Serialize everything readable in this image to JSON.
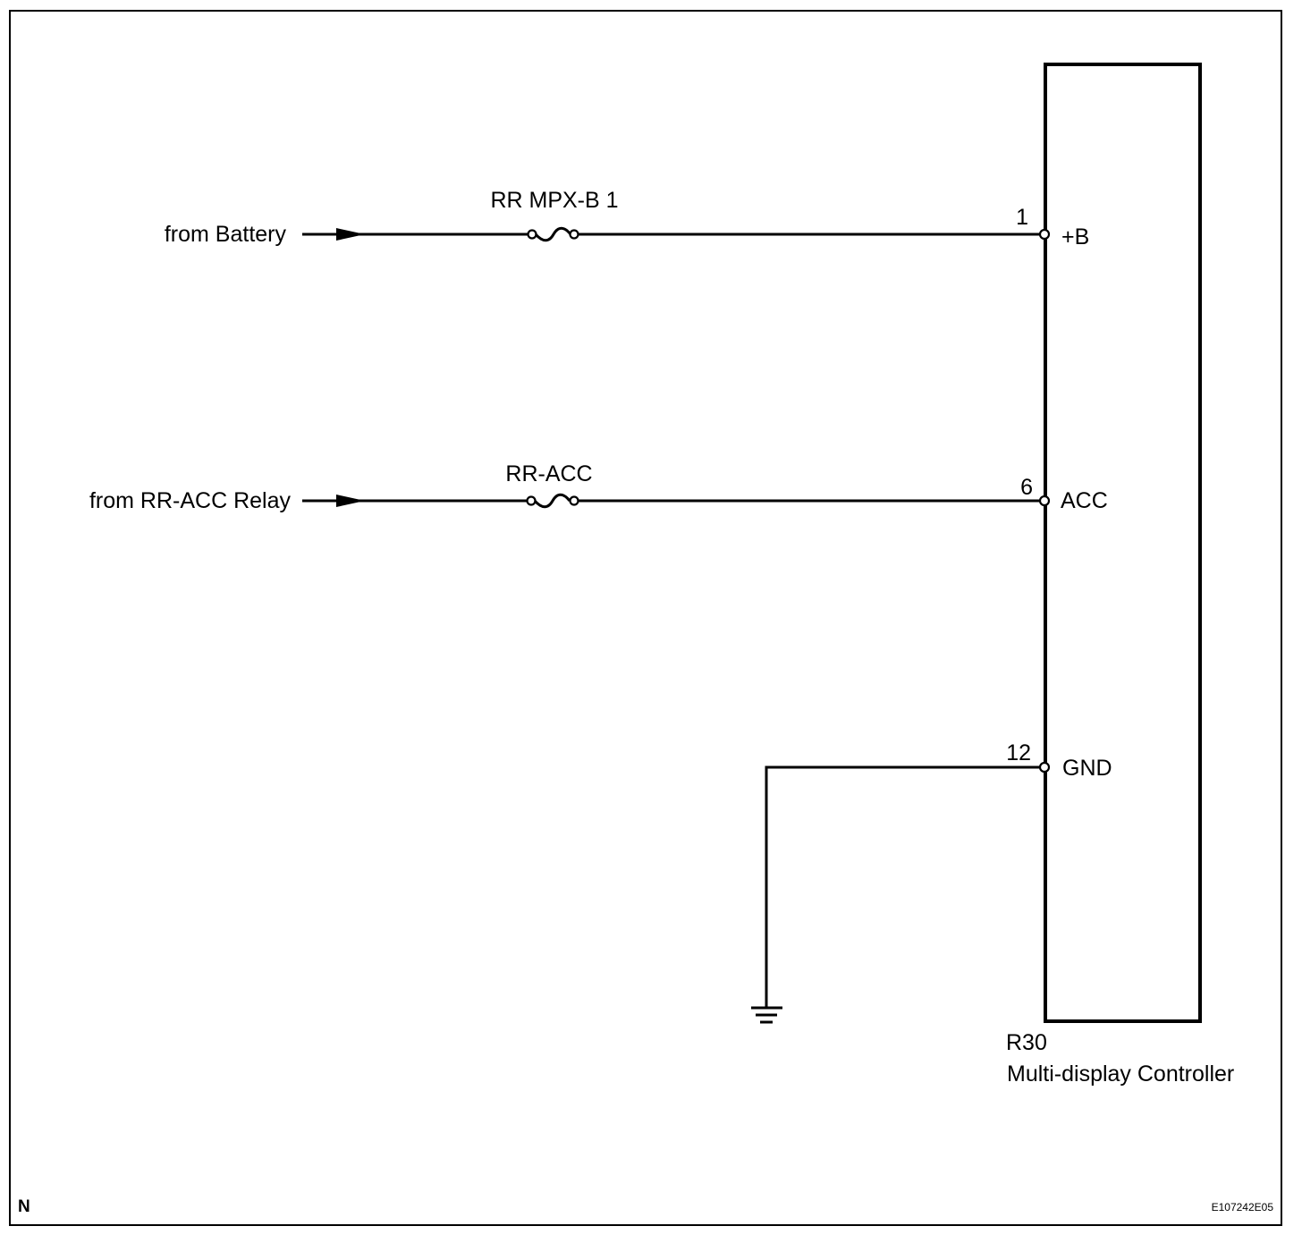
{
  "sources": {
    "battery": "from Battery",
    "relay": "from RR-ACC Relay"
  },
  "fuses": {
    "fuse1": "RR MPX-B 1",
    "fuse2": "RR-ACC"
  },
  "pins": {
    "pin_b_number": "1",
    "pin_b_name": "+B",
    "pin_acc_number": "6",
    "pin_acc_name": "ACC",
    "pin_gnd_number": "12",
    "pin_gnd_name": "GND"
  },
  "component": {
    "code": "R30",
    "name": "Multi-display Controller"
  },
  "footer": {
    "corner_letter": "N",
    "figure_code": "E107242E05"
  }
}
